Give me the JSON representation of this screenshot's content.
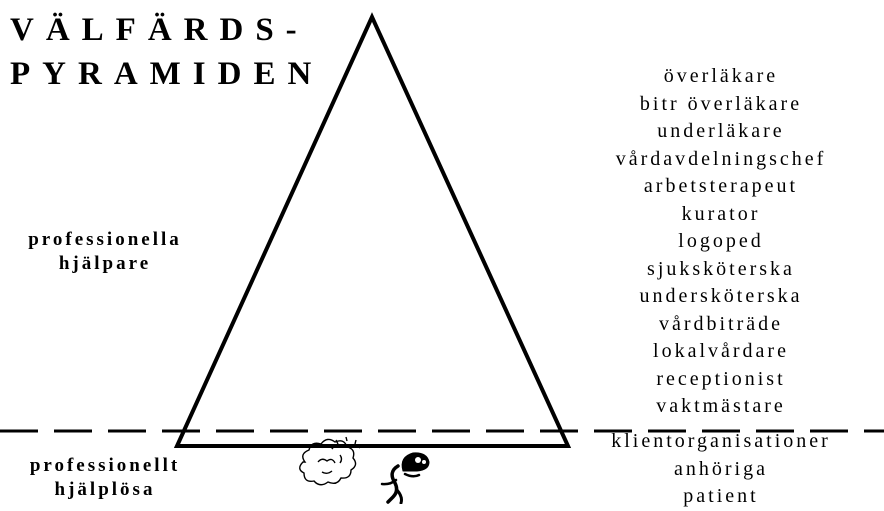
{
  "title": {
    "line1": "VÄLFÄRDS-",
    "line2": "PYRAMIDEN"
  },
  "left_labels": {
    "top_line1": "professionella",
    "top_line2": "hjälpare",
    "bottom_line1": "professionellt",
    "bottom_line2": "hjälplösa"
  },
  "roles_above_line": [
    "överläkare",
    "bitr överläkare",
    "underläkare",
    "vårdavdelningschef",
    "arbetsterapeut",
    "kurator",
    "logoped",
    "sjuksköterska",
    "undersköterska",
    "vårdbiträde",
    "lokalvårdare",
    "receptionist",
    "vaktmästare"
  ],
  "roles_below_line": [
    "klientorganisationer",
    "anhöriga",
    "patient"
  ],
  "colors": {
    "stroke": "#000000",
    "background": "#ffffff"
  },
  "icons": [
    "falling-person-icon",
    "cloud-burst-icon"
  ]
}
